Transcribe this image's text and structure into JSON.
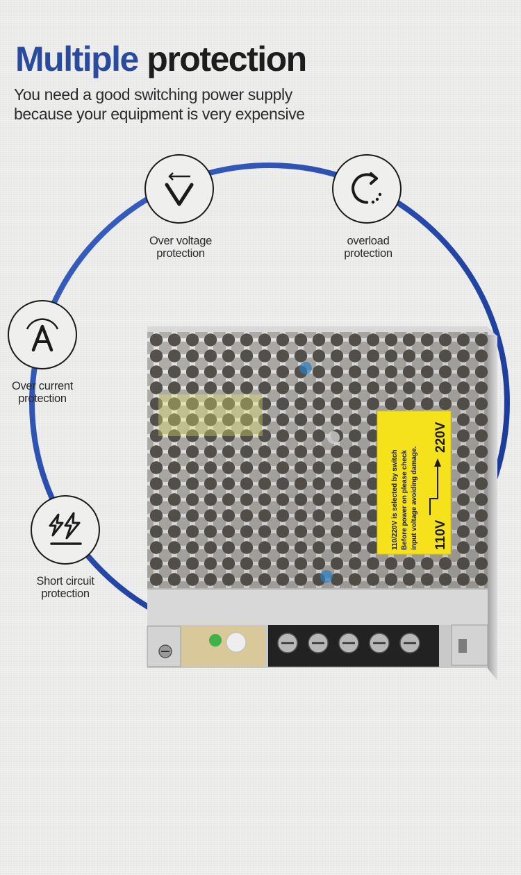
{
  "header": {
    "title_accent": "Multiple",
    "title_rest": "protection",
    "subtitle_line1": "You need a good switching power supply",
    "subtitle_line2": "because your equipment is very expensive"
  },
  "features": [
    {
      "icon": "voltage-icon",
      "line1": "Over voltage",
      "line2": "protection"
    },
    {
      "icon": "overload-icon",
      "line1": "overload",
      "line2": "protection"
    },
    {
      "icon": "current-icon",
      "line1": "Over current",
      "line2": "protection"
    },
    {
      "icon": "short-circuit-icon",
      "line1": "Short circuit",
      "line2": "protection"
    }
  ],
  "product": {
    "sticker": {
      "line1": "110/220V  is selected by switch",
      "line2": "Before power on please check",
      "line3": "input voltage avoiding damage.",
      "voltage_high": "220V",
      "voltage_low": "110V"
    }
  },
  "colors": {
    "accent": "#2a4aa0",
    "ring": "#2b4fb0",
    "sticker": "#f5e21c",
    "background": "#ebebea"
  }
}
